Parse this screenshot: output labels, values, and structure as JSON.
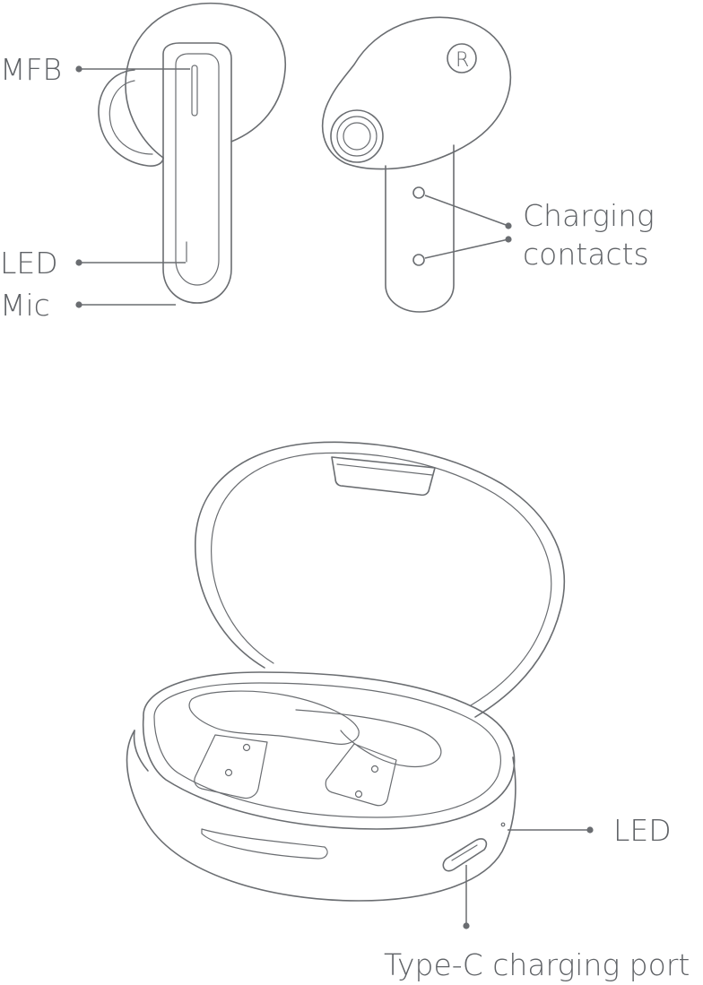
{
  "earbud_labels": {
    "mfb": "MFB",
    "led": "LED",
    "mic": "Mic",
    "charging_contacts_line1": "Charging",
    "charging_contacts_line2": "contacts"
  },
  "case_labels": {
    "led": "LED",
    "port": "Type-C charging port"
  },
  "badges": {
    "right_marker": "R"
  },
  "colors": {
    "line": "#6a6d71",
    "text": "#5f6266",
    "background": "#ffffff"
  }
}
